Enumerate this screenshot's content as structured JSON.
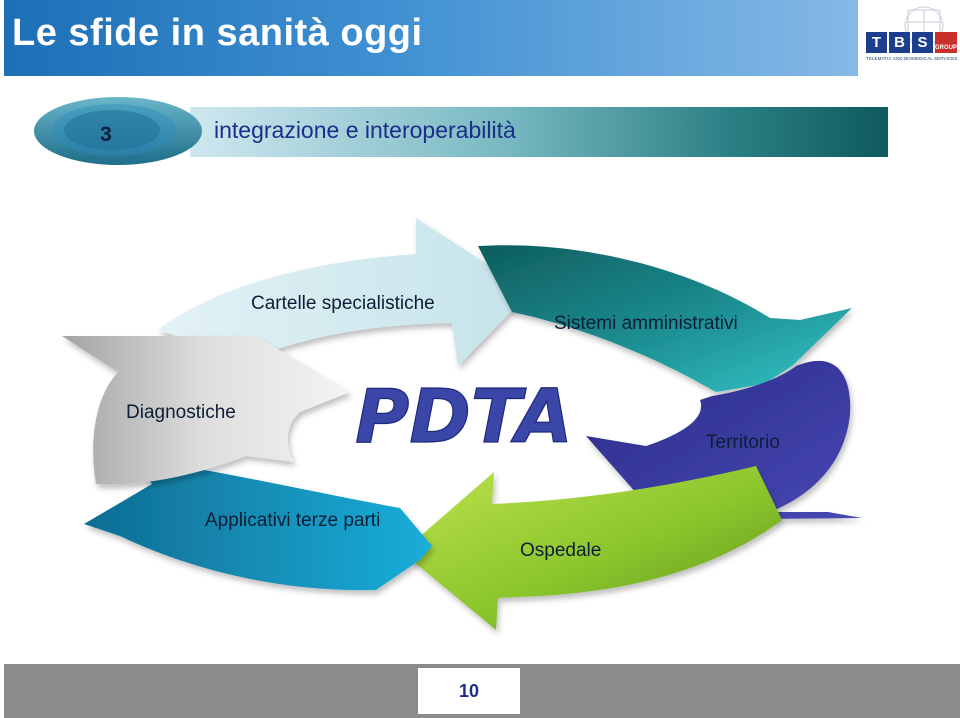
{
  "header": {
    "title": "Le sfide in sanità oggi",
    "logo": {
      "letters": [
        "T",
        "B",
        "S"
      ],
      "group": "GROUP",
      "tagline": "TELEMATIC AND BIOMEDICAL SERVICES",
      "colors": {
        "blue": "#1b3f8e",
        "red": "#c9302c"
      }
    }
  },
  "section": {
    "number": "3",
    "label": "integrazione e interoperabilità"
  },
  "diagram": {
    "center": "PDTA",
    "segments": [
      {
        "label": "Cartelle specialistiche",
        "color": "#cde8ee"
      },
      {
        "label": "Sistemi amministrativi",
        "color": "#1f8f96"
      },
      {
        "label": "Territorio",
        "color": "#33339a"
      },
      {
        "label": "Ospedale",
        "color": "#86c22a"
      },
      {
        "label": "Applicativi terze parti",
        "color": "#1596c6"
      },
      {
        "label": "Diagnostiche",
        "color": "#b8b8b8"
      }
    ]
  },
  "footer": {
    "page": "10"
  }
}
